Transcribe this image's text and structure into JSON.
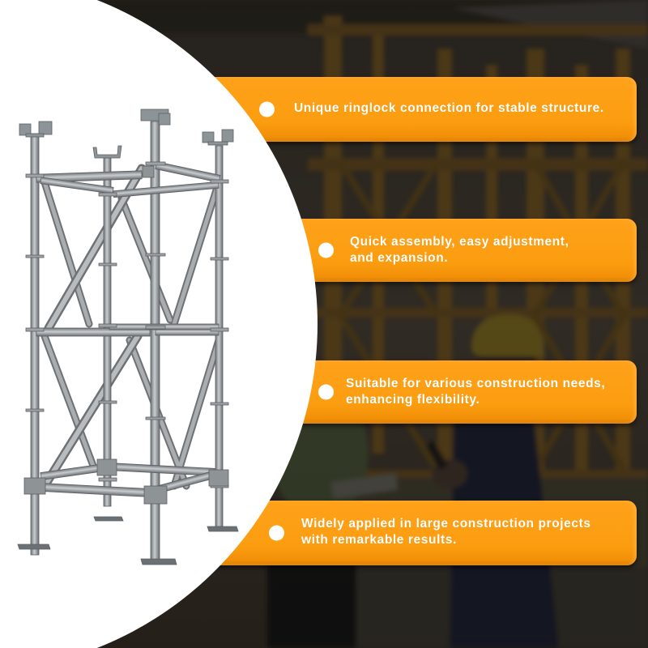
{
  "features": [
    {
      "text": "Unique ringlock connection for stable structure."
    },
    {
      "text": "Quick assembly, easy adjustment,\nand expansion."
    },
    {
      "text": "Suitable for various construction needs,\nenhancing flexibility."
    },
    {
      "text": "Widely applied in large construction projects\nwith remarkable results."
    }
  ],
  "colors": {
    "accent_orange": "#fc9d10",
    "bullet": "#ffffff",
    "text": "#ffffff",
    "panel": "#ffffff",
    "background": "#2a2520"
  },
  "product": {
    "icon": "ringlock-scaffolding-tower"
  },
  "background_photo": {
    "icon": "construction-workers-with-hard-hats"
  }
}
